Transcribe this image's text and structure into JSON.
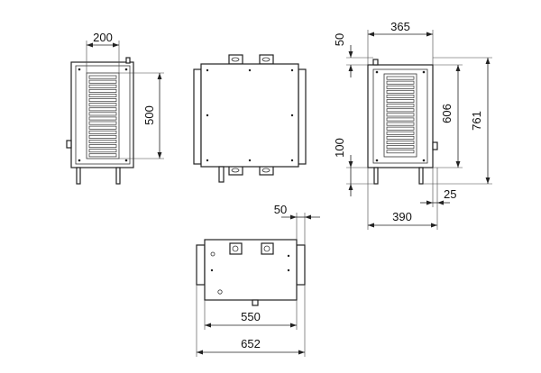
{
  "dimensions": {
    "front_grille_width": "200",
    "front_grille_height": "500",
    "side_top_offset": "50",
    "side_width": "365",
    "side_inner_height": "606",
    "side_total_height": "761",
    "side_bottom_offset": "100",
    "side_outer_width": "390",
    "side_foot_offset": "25",
    "bottom_flange_depth": "50",
    "bottom_body_length": "550",
    "bottom_total_length": "652"
  }
}
